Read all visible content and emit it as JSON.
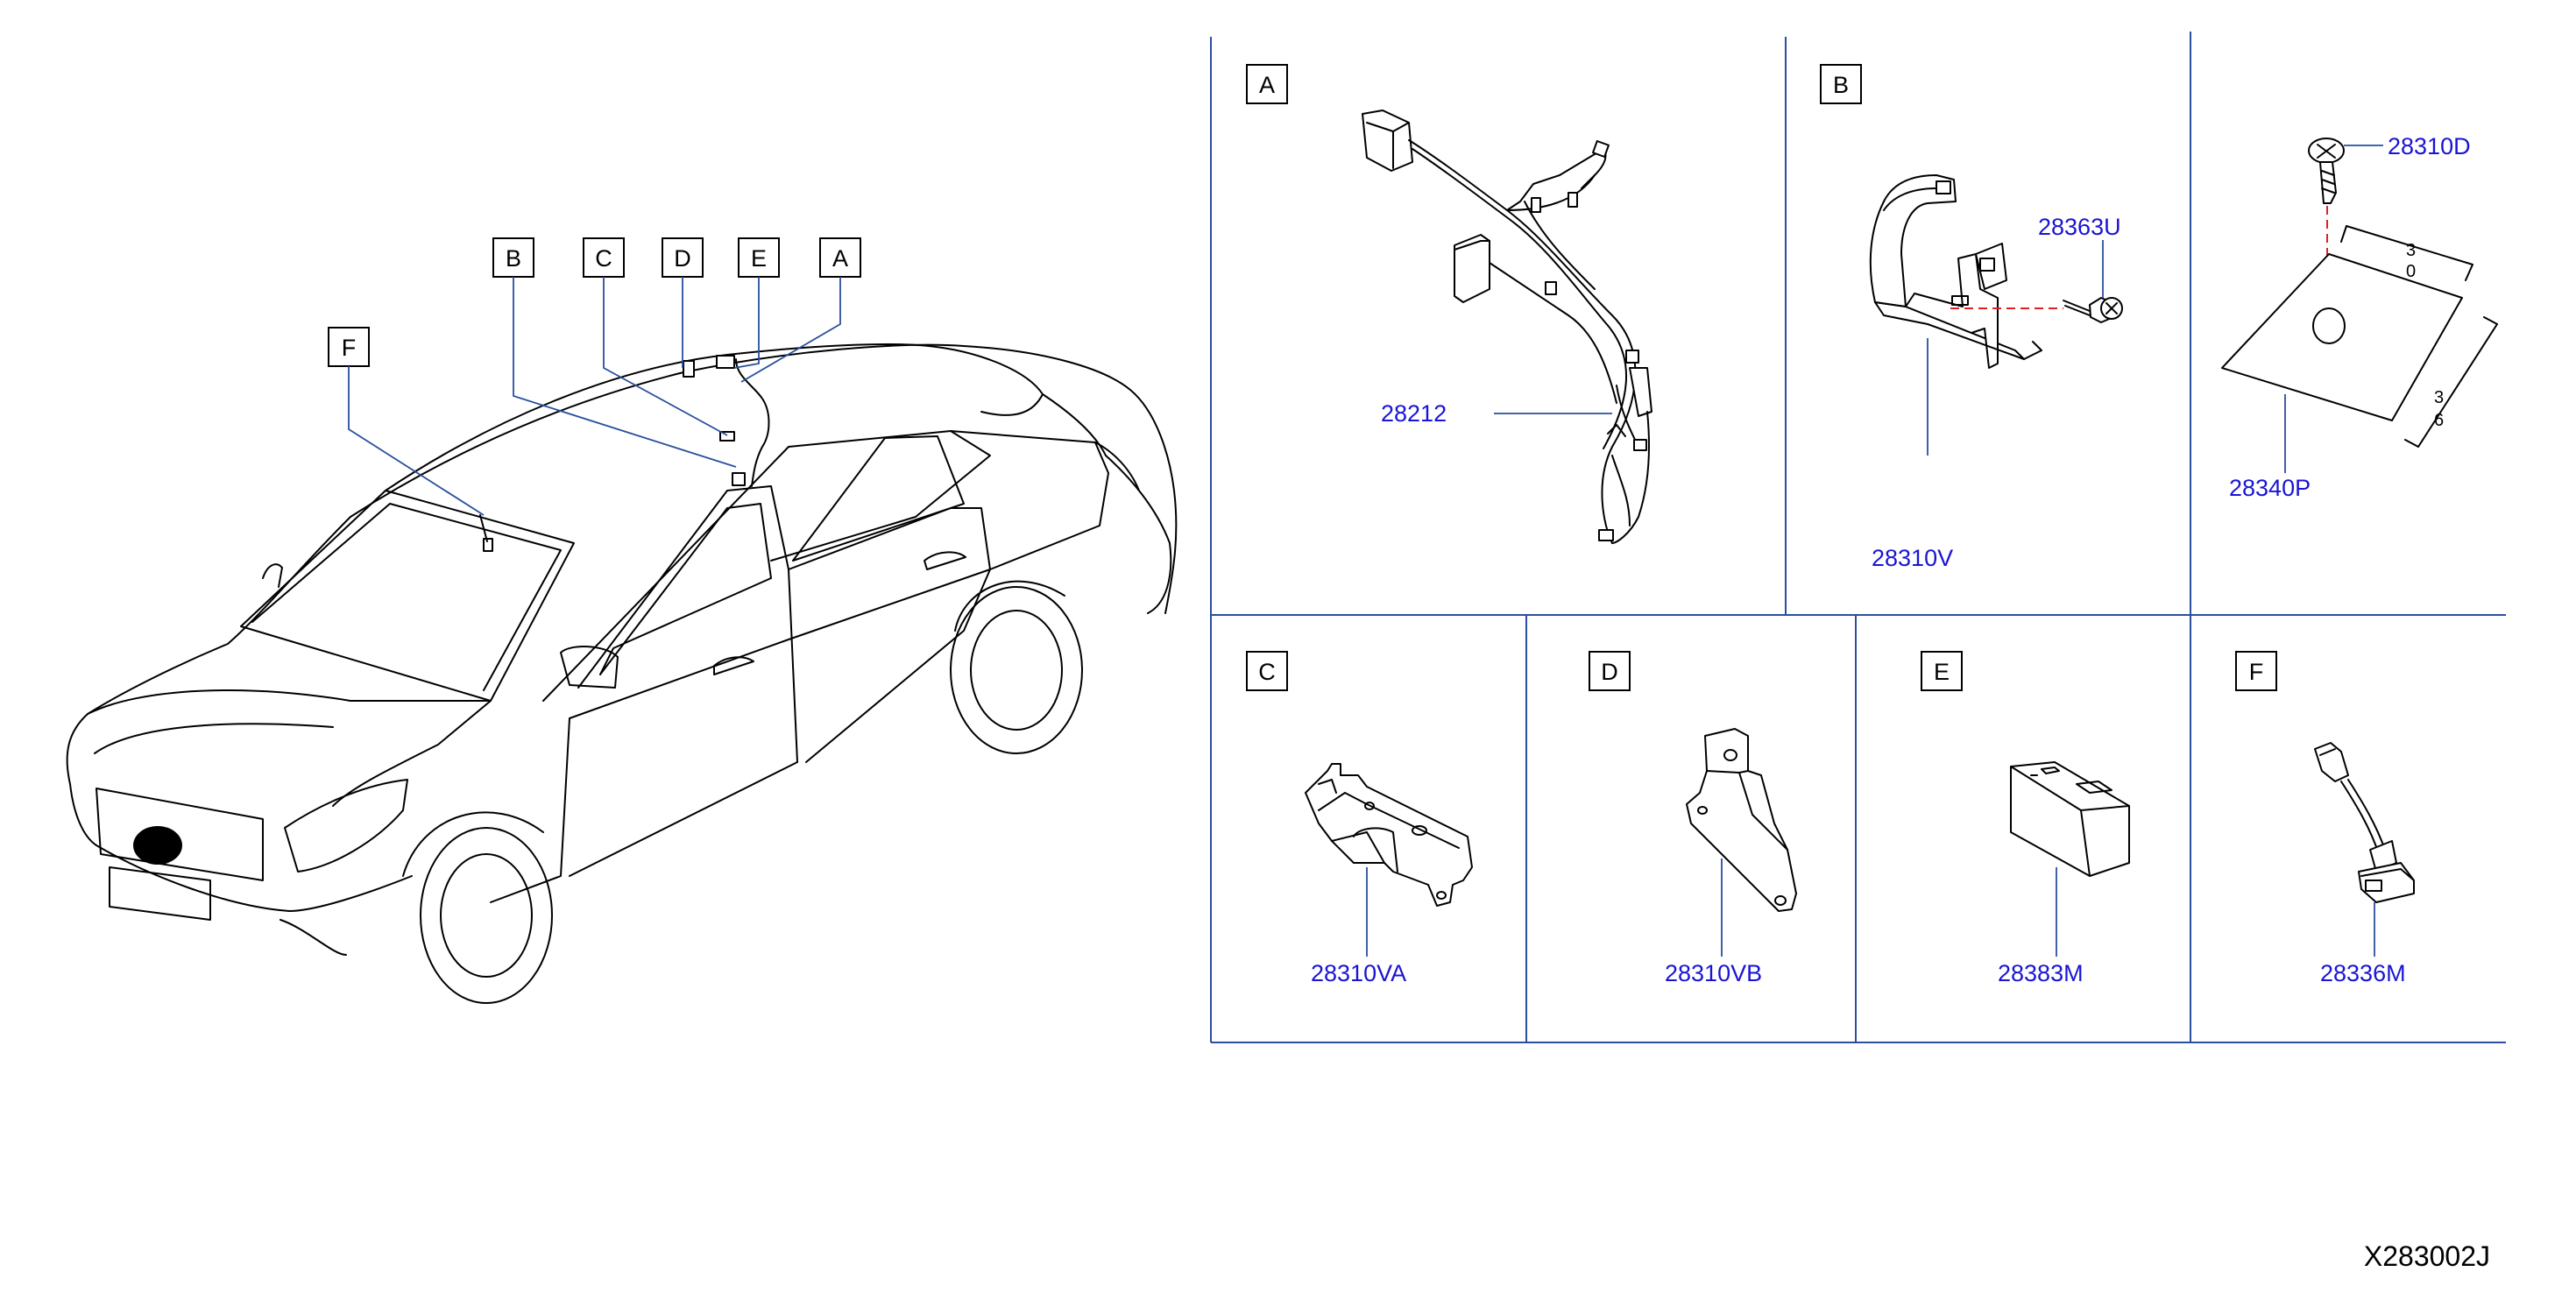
{
  "diagram_code": "X283002J",
  "overview_callouts": [
    "B",
    "C",
    "D",
    "E",
    "A",
    "F"
  ],
  "panels": {
    "A": {
      "letter": "A",
      "part": "28212"
    },
    "B": {
      "letter": "B",
      "parts": [
        "28363U",
        "28310V"
      ]
    },
    "P": {
      "parts": [
        "28310D",
        "28340P"
      ],
      "dim_top": [
        "3",
        "0"
      ],
      "dim_right": [
        "3",
        "6"
      ]
    },
    "C": {
      "letter": "C",
      "part": "28310VA"
    },
    "D": {
      "letter": "D",
      "part": "28310VB"
    },
    "E": {
      "letter": "E",
      "part": "28383M"
    },
    "F": {
      "letter": "F",
      "part": "28336M"
    }
  },
  "colors": {
    "part_number": "#1a14d4",
    "frame": "#2a4f9e",
    "centerline": "#e02020"
  }
}
